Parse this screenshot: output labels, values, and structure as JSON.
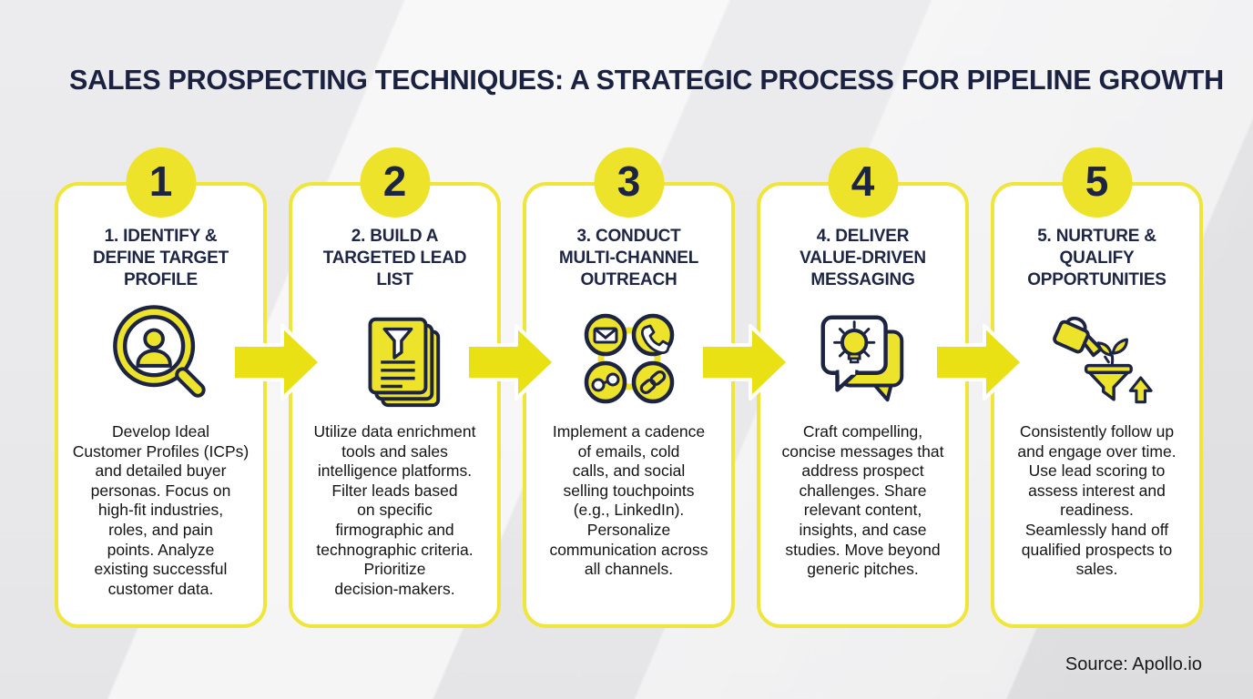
{
  "title": "SALES PROSPECTING TECHNIQUES: A STRATEGIC PROCESS FOR PIPELINE GROWTH",
  "source": "Source: Apollo.io",
  "colors": {
    "accent_yellow": "#EEE32B",
    "card_border_yellow": "#F0E63B",
    "navy": "#1D2442",
    "title_navy": "#1B2140",
    "body_text": "#141414",
    "background_gray": "#E9E9EB",
    "card_background": "#FFFFFF"
  },
  "steps": [
    {
      "number": "1",
      "title": "1. IDENTIFY &\nDEFINE TARGET\nPROFILE",
      "icon": "magnifier-person-icon",
      "description": "Develop Ideal\nCustomer Profiles (ICPs)\nand detailed buyer\npersonas. Focus on\nhigh-fit industries,\nroles, and pain\npoints. Analyze\nexisting successful\ncustomer data."
    },
    {
      "number": "2",
      "title": "2. BUILD A\nTARGETED LEAD\nLIST",
      "icon": "filtered-lead-list-icon",
      "description": "Utilize data enrichment\ntools and sales\nintelligence platforms.\nFilter leads based\non specific\nfirmographic and\ntechnographic criteria.\nPrioritize\ndecision-makers."
    },
    {
      "number": "3",
      "title": "3. CONDUCT\nMULTI-CHANNEL\nOUTREACH",
      "icon": "multi-channel-icons",
      "description": "Implement a cadence\nof emails, cold\ncalls, and social\nselling touchpoints\n(e.g., LinkedIn).\nPersonalize\ncommunication across\nall channels."
    },
    {
      "number": "4",
      "title": "4. DELIVER\nVALUE-DRIVEN\nMESSAGING",
      "icon": "idea-message-bubbles-icon",
      "description": "Craft compelling,\nconcise messages that\naddress prospect\nchallenges. Share\nrelevant content,\ninsights, and case\nstudies. Move beyond\ngeneric pitches."
    },
    {
      "number": "5",
      "title": "5. NURTURE &\nQUALIFY\nOPPORTUNITIES",
      "icon": "watering-funnel-growth-icon",
      "description": "Consistently follow up\nand engage over time.\nUse lead scoring to\nassess interest and\nreadiness.\nSeamlessly hand off\nqualified prospects to\nsales."
    }
  ],
  "arrows": [
    "arrow-1-2",
    "arrow-2-3",
    "arrow-3-4",
    "arrow-4-5"
  ]
}
